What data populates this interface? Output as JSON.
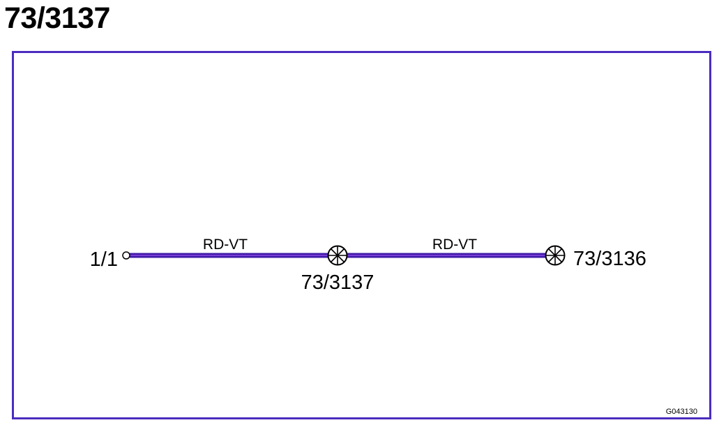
{
  "page": {
    "title": "73/3137"
  },
  "diagram": {
    "frame_color": "#4b2cbf",
    "wire_color": "#3f1aa6",
    "wire_highlight_color": "#7a3dd6",
    "start_node": {
      "label": "1/1",
      "symbol": "open-circle-terminal"
    },
    "segments": [
      {
        "label": "RD-VT"
      },
      {
        "label": "RD-VT"
      }
    ],
    "connectors": [
      {
        "label": "73/3137",
        "symbol": "connector-star-icon"
      },
      {
        "label": "73/3136",
        "symbol": "connector-star-icon"
      }
    ],
    "figure_code": "G043130"
  }
}
